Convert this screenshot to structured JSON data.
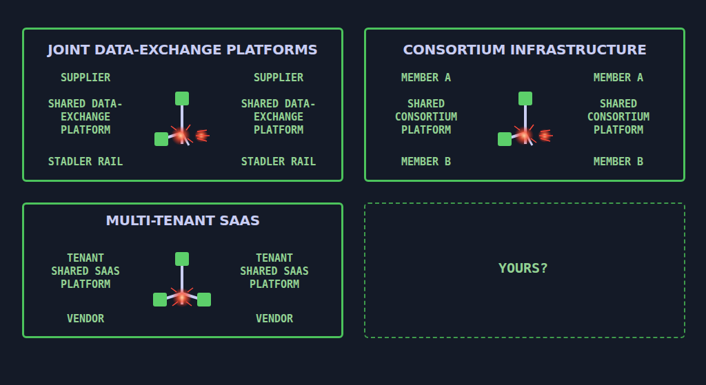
{
  "diagram": {
    "nodes": [
      {
        "text": [
          "JOINT DATA-EXCHANGE PLATFORMS",
          "SUPPLIER",
          "SHARED DATA-EXCHANGE PLATFORM",
          "STADLER RAIL",
          "SUPPLIER",
          "SHARED DATA-EXCHANGE PLATFORM",
          "STADLER RAIL"
        ]
      },
      {
        "text": [
          "CONSORTIUM INFRASTRUCTURE",
          "MEMBER A",
          "SHARED CONSORTIUM PLATFORM",
          "MEMBER B",
          "MEMBER A",
          "SHARED CONSORTIUM PLATFORM",
          "MEMBER B"
        ]
      },
      {
        "text": [
          "MULTI-TENANT SAAS",
          "TENANT",
          "SHARED SAAS PLATFORM",
          "VENDOR",
          "TENANT",
          "SHARED SAAS PLATFORM",
          "VENDOR"
        ]
      },
      {
        "text": [
          "YOURS?"
        ]
      }
    ]
  }
}
